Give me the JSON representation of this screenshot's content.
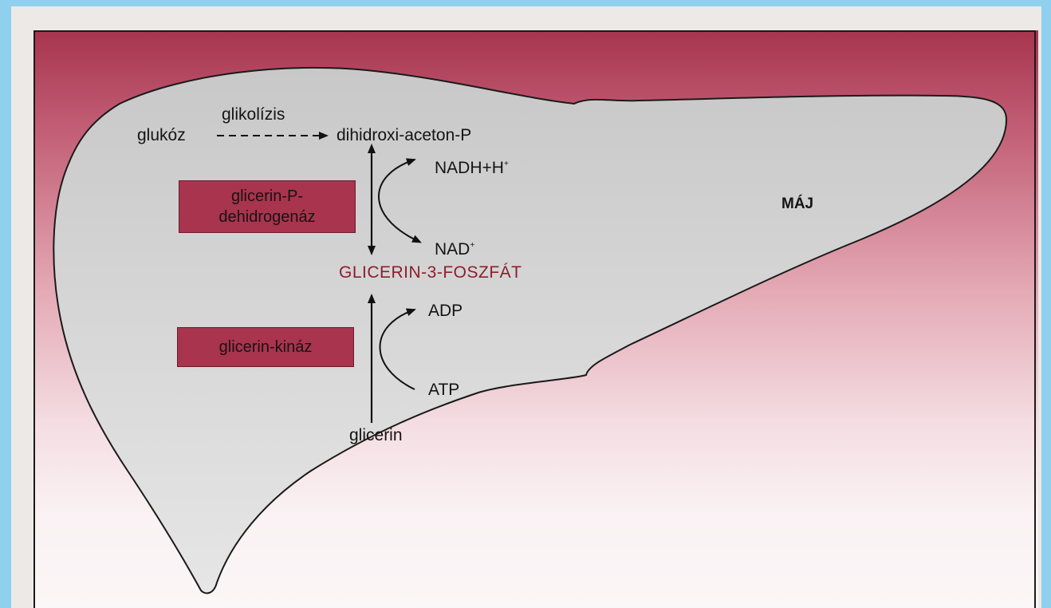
{
  "diagram": {
    "organ_label": "MÁJ",
    "glycolysis": {
      "process_label": "glikolízis",
      "substrate": "glukóz",
      "product": "dihidroxi-aceton-P"
    },
    "dehydrogenase_step": {
      "enzyme": "glicerin-P-\ndehidrogenáz",
      "cofactor_out": "NADH+H",
      "cofactor_out_superscript": "+",
      "cofactor_in": "NAD",
      "cofactor_in_superscript": "+"
    },
    "central_product": "GLICERIN-3-FOSZFÁT",
    "kinase_step": {
      "enzyme": "glicerin-kináz",
      "cofactor_out": "ADP",
      "cofactor_in": "ATP",
      "substrate": "glicerin"
    },
    "colors": {
      "enzyme_box": "#a8344d",
      "central_product": "#8c1e2c",
      "liver_fill": "#d9d9d9",
      "background_top": "#a7344f"
    }
  }
}
